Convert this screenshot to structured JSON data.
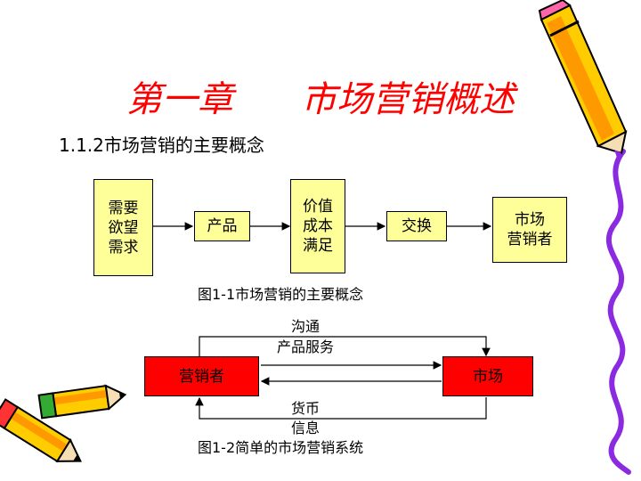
{
  "slide": {
    "title": "第一章      市场营销概述",
    "subtitle": "1.1.2市场营销的主要概念"
  },
  "figure1": {
    "boxes": {
      "needs": "需要\n欲望\n需求",
      "product": "产品",
      "value": "价值\n成本\n满足",
      "exchange": "交换",
      "marketer": "市场\n营销者"
    },
    "caption": "图1-1市场营销的主要概念"
  },
  "figure2": {
    "top_label_1": "沟通",
    "top_label_2": "产品服务",
    "marketer": "营销者",
    "market": "市场",
    "bottom_label_1": "货币",
    "bottom_label_2": "信息",
    "caption": "图1-2简单的市场营销系统"
  },
  "colors": {
    "title": "#ff0000",
    "box_yellow": "#ffff99",
    "box_red": "#ff0000",
    "border_purple": "#8a2be2",
    "pencil_yellow": "#ffcc00"
  },
  "icons": [
    "pencil-icon",
    "crossed-pencils-icon",
    "wavy-border"
  ]
}
